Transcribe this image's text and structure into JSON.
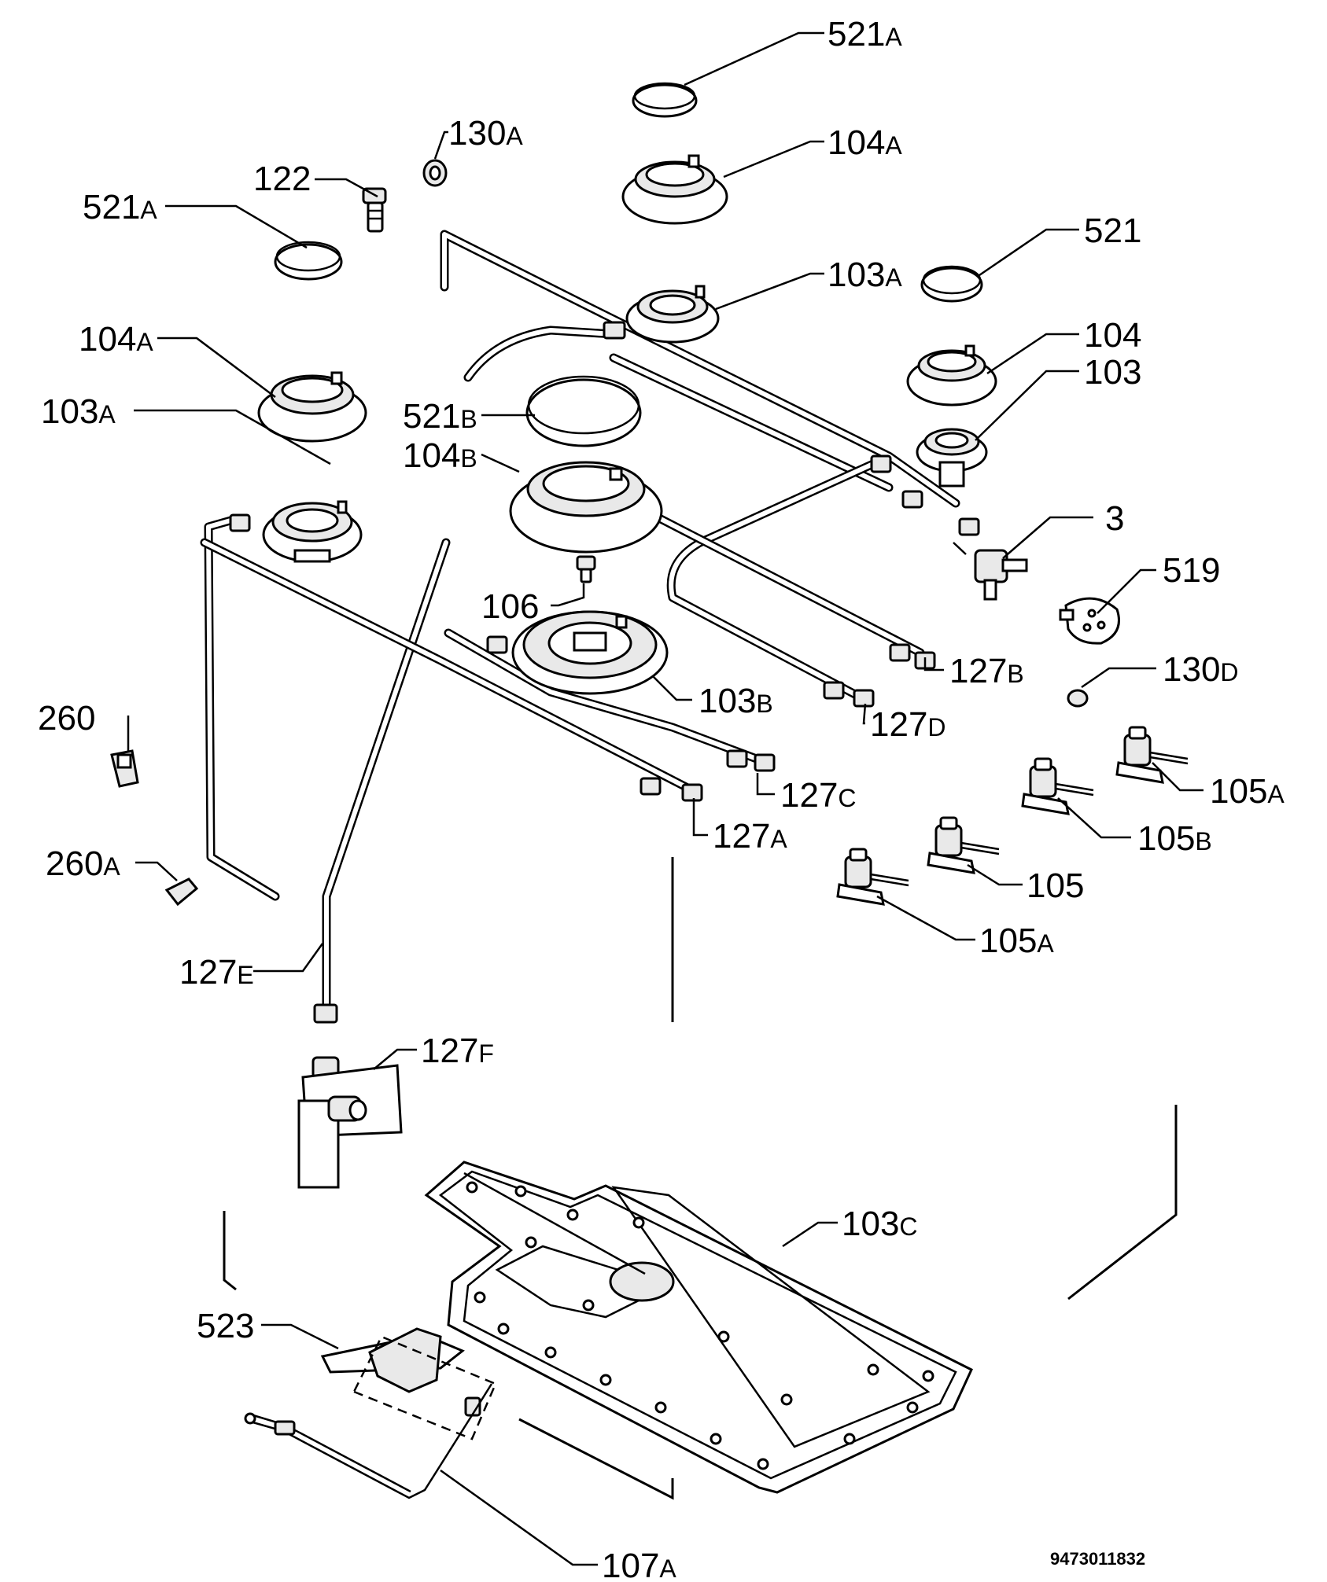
{
  "diagram": {
    "labels": [
      {
        "id": "l521a_top",
        "num": "521",
        "suffix": "A"
      },
      {
        "id": "l130a",
        "num": "130",
        "suffix": "A"
      },
      {
        "id": "l104a_top",
        "num": "104",
        "suffix": "A"
      },
      {
        "id": "l122",
        "num": "122",
        "suffix": ""
      },
      {
        "id": "l521a_left",
        "num": "521",
        "suffix": "A"
      },
      {
        "id": "l521",
        "num": "521",
        "suffix": ""
      },
      {
        "id": "l103a_top",
        "num": "103",
        "suffix": "A"
      },
      {
        "id": "l104a_left",
        "num": "104",
        "suffix": "A"
      },
      {
        "id": "l104",
        "num": "104",
        "suffix": ""
      },
      {
        "id": "l103",
        "num": "103",
        "suffix": ""
      },
      {
        "id": "l521b",
        "num": "521",
        "suffix": "B"
      },
      {
        "id": "l104b",
        "num": "104",
        "suffix": "B"
      },
      {
        "id": "l103a_left",
        "num": "103",
        "suffix": "A"
      },
      {
        "id": "l3",
        "num": "3",
        "suffix": ""
      },
      {
        "id": "l519",
        "num": "519",
        "suffix": ""
      },
      {
        "id": "l106",
        "num": "106",
        "suffix": ""
      },
      {
        "id": "l127b",
        "num": "127",
        "suffix": "B"
      },
      {
        "id": "l130d",
        "num": "130",
        "suffix": "D"
      },
      {
        "id": "l103b",
        "num": "103",
        "suffix": "B"
      },
      {
        "id": "l127d",
        "num": "127",
        "suffix": "D"
      },
      {
        "id": "l260",
        "num": "260",
        "suffix": ""
      },
      {
        "id": "l105a_r",
        "num": "105",
        "suffix": "A"
      },
      {
        "id": "l127c",
        "num": "127",
        "suffix": "C"
      },
      {
        "id": "l127a",
        "num": "127",
        "suffix": "A"
      },
      {
        "id": "l105b",
        "num": "105",
        "suffix": "B"
      },
      {
        "id": "l260a",
        "num": "260",
        "suffix": "A"
      },
      {
        "id": "l105",
        "num": "105",
        "suffix": ""
      },
      {
        "id": "l105a_b",
        "num": "105",
        "suffix": "A"
      },
      {
        "id": "l127e",
        "num": "127",
        "suffix": "E"
      },
      {
        "id": "l127f",
        "num": "127",
        "suffix": "F"
      },
      {
        "id": "l103c",
        "num": "103",
        "suffix": "C"
      },
      {
        "id": "l523",
        "num": "523",
        "suffix": ""
      },
      {
        "id": "l107a",
        "num": "107",
        "suffix": "A"
      }
    ],
    "document_number": "9473011832"
  }
}
